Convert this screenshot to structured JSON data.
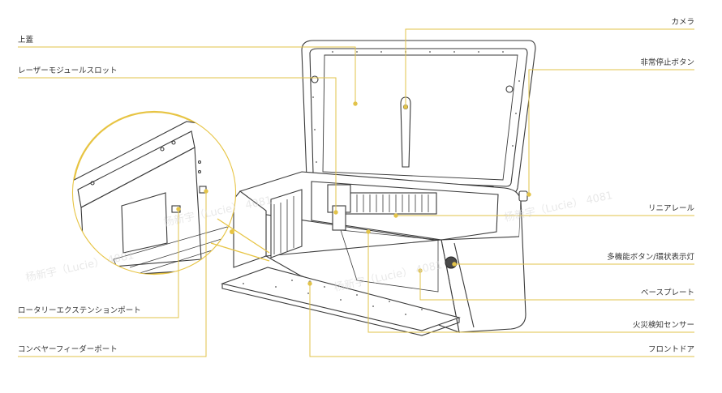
{
  "colors": {
    "leader": "#e2c34a",
    "outline": "#3a3a3a",
    "text": "#333333",
    "circle": "#e7c443"
  },
  "labels_left": [
    {
      "id": "top-lid",
      "text": "上蓋"
    },
    {
      "id": "laser-module-slot",
      "text": "レーザーモジュールスロット"
    },
    {
      "id": "rotary-extension-port",
      "text": "ロータリーエクステンションポート"
    },
    {
      "id": "conveyor-feeder-port",
      "text": "コンベヤーフィーダーポート"
    }
  ],
  "labels_right": [
    {
      "id": "camera",
      "text": "カメラ"
    },
    {
      "id": "emergency-stop-button",
      "text": "非常停止ボタン"
    },
    {
      "id": "linear-rail",
      "text": "リニアレール"
    },
    {
      "id": "multifunction-button",
      "text": "多機能ボタン/環状表示灯"
    },
    {
      "id": "base-plate",
      "text": "ベースプレート"
    },
    {
      "id": "fire-sensor",
      "text": "火災検知センサー"
    },
    {
      "id": "front-door",
      "text": "フロントドア"
    }
  ],
  "watermark": "杨新宇（Lucie） 4081"
}
